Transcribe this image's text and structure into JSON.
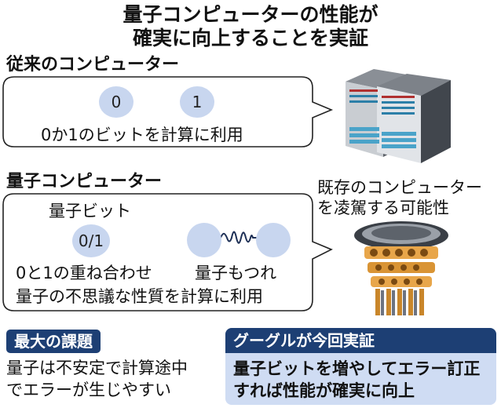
{
  "title": {
    "line1": "量子コンピューターの性能が",
    "line2": "確実に向上することを実証"
  },
  "classical": {
    "heading": "従来のコンピューター",
    "bit0": "0",
    "bit1": "1",
    "caption": "0か1のビットを計算に利用"
  },
  "quantum": {
    "heading": "量子コンピューター",
    "qubit_label": "量子ビット",
    "qubit_value": "0/1",
    "superposition": "0と1の重ね合わせ",
    "entanglement": "量子もつれ",
    "caption": "量子の不思議な性質を計算に利用",
    "note_line1": "既存のコンピューター",
    "note_line2": "を凌駕する可能性"
  },
  "challenge": {
    "label": "最大の課題",
    "line1": "量子は不安定で計算途中",
    "line2": "でエラーが生じやすい"
  },
  "google": {
    "label": "グーグルが今回実証",
    "line1": "量子ビットを増やしてエラー訂正",
    "line2": "すれば性能が確実に向上"
  },
  "colors": {
    "navy": "#1d3f74",
    "light_blue": "#cfdcf3",
    "circle_blue": "#c8d6ef",
    "chip_gold": "#e8a64a"
  }
}
